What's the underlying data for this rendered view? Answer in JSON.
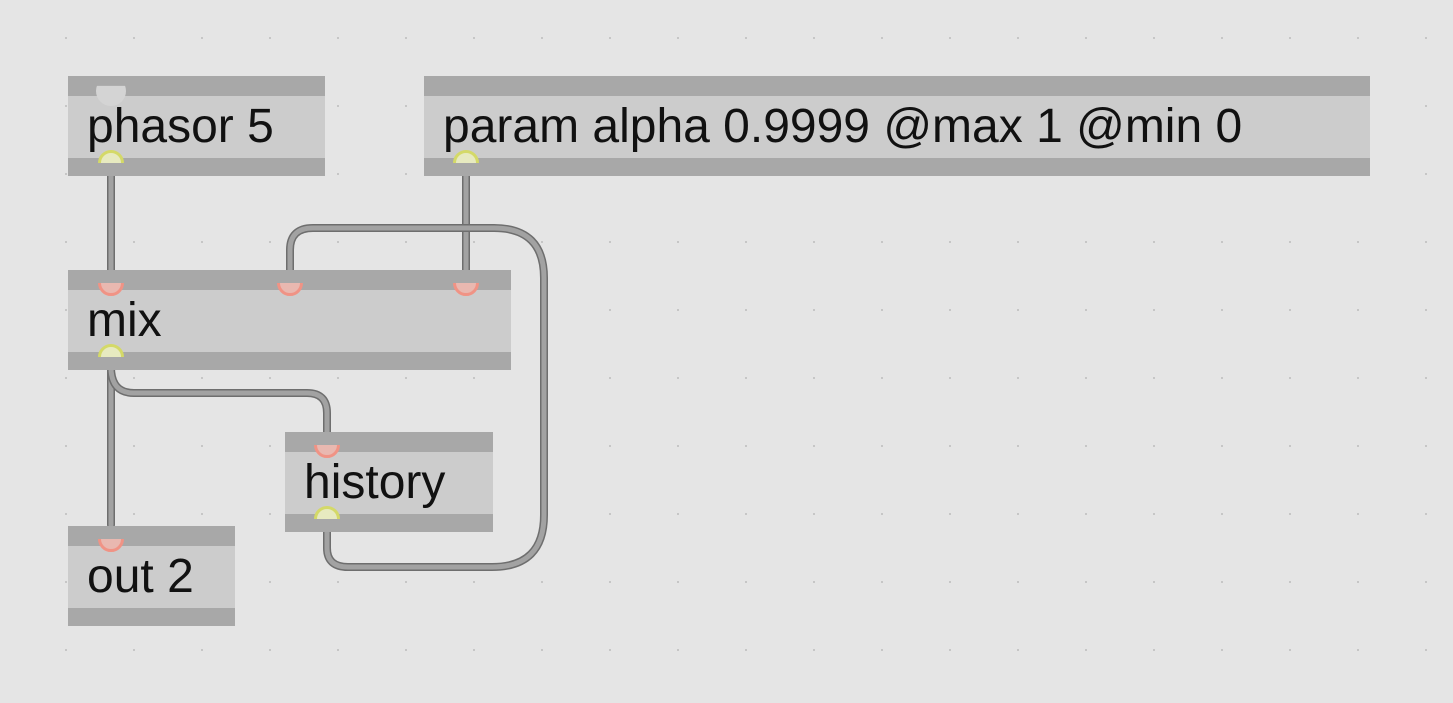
{
  "objects": {
    "phasor": {
      "label": "phasor 5"
    },
    "param": {
      "label": "param alpha 0.9999 @max 1 @min 0"
    },
    "mix": {
      "label": "mix"
    },
    "history": {
      "label": "history"
    },
    "out": {
      "label": "out 2"
    }
  },
  "colors": {
    "canvas": "#e5e5e5",
    "object_fill": "#cccccc",
    "object_bar": "#a8a8a8",
    "inlet": "#f09385",
    "outlet": "#d4d968",
    "cord": "#a2a2a2",
    "cord_outline": "#6e6e6e"
  },
  "connections": [
    {
      "from": "phasor.outlet0",
      "to": "mix.inlet0"
    },
    {
      "from": "param.outlet0",
      "to": "mix.inlet2"
    },
    {
      "from": "history.outlet0",
      "to": "mix.inlet1"
    },
    {
      "from": "mix.outlet0",
      "to": "out.inlet0"
    },
    {
      "from": "mix.outlet0",
      "to": "history.inlet0"
    }
  ]
}
